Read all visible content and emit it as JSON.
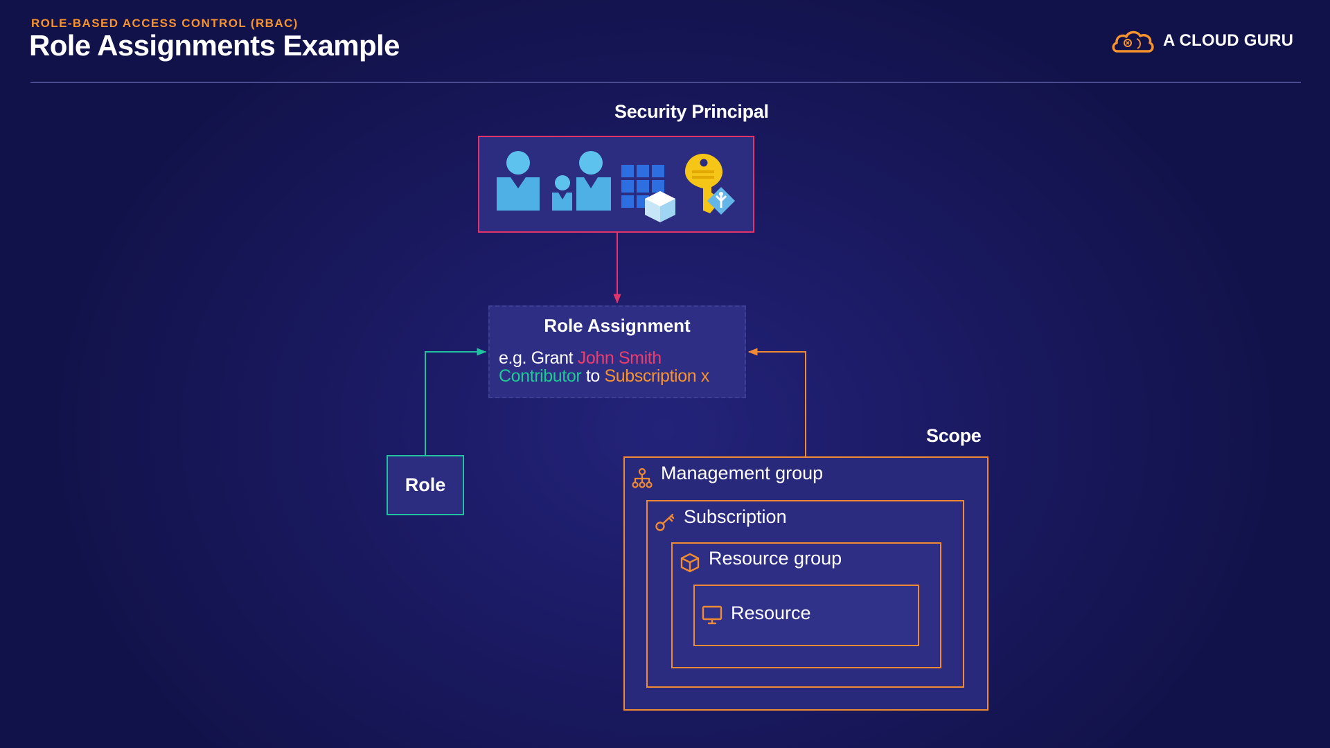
{
  "header": {
    "kicker": "ROLE-BASED ACCESS CONTROL (RBAC)",
    "title": "Role Assignments Example"
  },
  "brand": {
    "name": "A CLOUD GURU",
    "logo_icon": "cloud-logo-icon"
  },
  "colors": {
    "background": "#1b1a64",
    "accent_orange": "#f7932f",
    "principal_border": "#e2336b",
    "role_border": "#21c2a0",
    "scope_border": "#f08a33"
  },
  "diagram": {
    "security_principal": {
      "label": "Security Principal",
      "icons": [
        "user-icon",
        "group-icon",
        "service-principal-icon",
        "managed-identity-key-icon"
      ]
    },
    "role_assignment": {
      "title": "Role Assignment",
      "example": {
        "prefix": "e.g. Grant",
        "principal": "John Smith",
        "role": "Contributor",
        "connector": "to",
        "scope": "Subscription x"
      }
    },
    "role": {
      "label": "Role"
    },
    "scope": {
      "label": "Scope",
      "levels": [
        {
          "label": "Management group",
          "icon": "hierarchy-icon"
        },
        {
          "label": "Subscription",
          "icon": "key-icon"
        },
        {
          "label": "Resource group",
          "icon": "cube-icon"
        },
        {
          "label": "Resource",
          "icon": "monitor-icon"
        }
      ]
    }
  }
}
